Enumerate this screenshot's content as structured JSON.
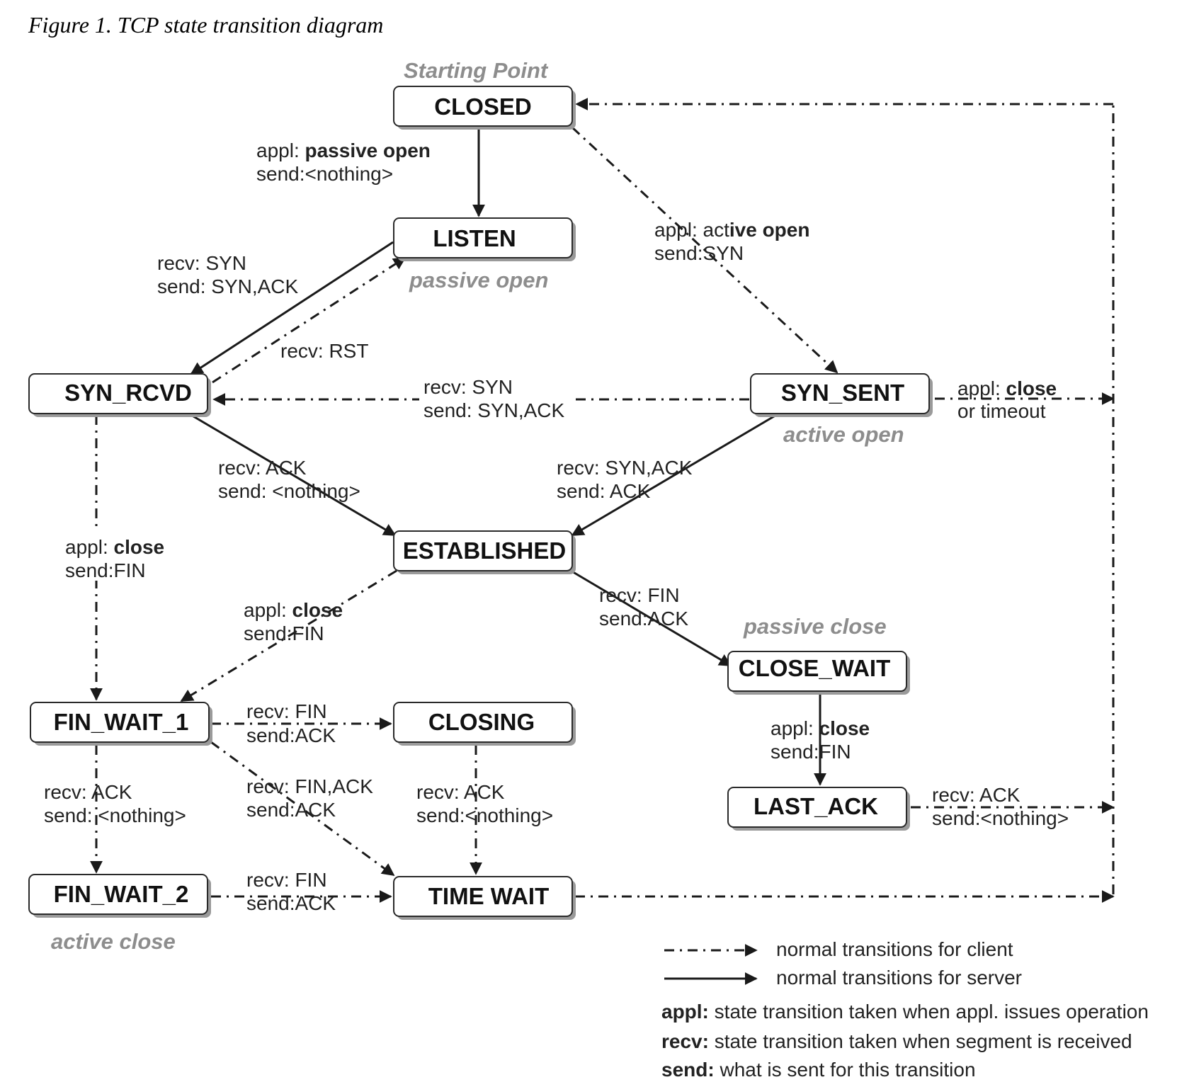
{
  "caption": "Figure 1. TCP state transition diagram",
  "annotations": {
    "starting_point": "Starting Point",
    "passive_open": "passive open",
    "active_open": "active open",
    "passive_close": "passive close",
    "active_close": "active close"
  },
  "states": {
    "closed": "CLOSED",
    "listen": "LISTEN",
    "syn_rcvd": "SYN_RCVD",
    "syn_sent": "SYN_SENT",
    "established": "ESTABLISHED",
    "fin_wait_1": "FIN_WAIT_1",
    "fin_wait_2": "FIN_WAIT_2",
    "closing": "CLOSING",
    "time_wait": "TIME WAIT",
    "close_wait": "CLOSE_WAIT",
    "last_ack": "LAST_ACK"
  },
  "transitions": {
    "closed_listen": {
      "l1a": "appl: ",
      "l1b": "passive open",
      "l2": "send:<nothing>"
    },
    "closed_synsent": {
      "l1a": "appl: act",
      "l1b": "ive open",
      "l2": "send:SYN"
    },
    "listen_synrcvd": {
      "l1": "recv: SYN",
      "l2": "send: SYN,ACK"
    },
    "synrcvd_listen": {
      "l1": "recv: RST"
    },
    "synsent_synrcvd": {
      "l1": "recv: SYN",
      "l2": "send: SYN,ACK"
    },
    "synsent_closed": {
      "l1a": "appl: ",
      "l1b": "close",
      "l2": "or timeout"
    },
    "synrcvd_established": {
      "l1": "recv: ACK",
      "l2": "send: <nothing>"
    },
    "synsent_established": {
      "l1": "recv: SYN,ACK",
      "l2": "send: ACK"
    },
    "synrcvd_finwait1": {
      "l1a": "appl: ",
      "l1b": "close",
      "l2": "send:FIN"
    },
    "established_finwait1": {
      "l1a": "appl: ",
      "l1b": "close",
      "l2": "send:FIN"
    },
    "established_closewait": {
      "l1": "recv: FIN",
      "l2": "send:ACK"
    },
    "finwait1_closing": {
      "l1": "recv: FIN",
      "l2": "send:ACK"
    },
    "finwait1_timewait": {
      "l1": "recv: FIN,ACK",
      "l2": "send:ACK"
    },
    "finwait1_finwait2": {
      "l1": "recv: ACK",
      "l2": "send: <nothing>"
    },
    "closing_timewait": {
      "l1": "recv: ACK",
      "l2": "send:<nothing>"
    },
    "closewait_lastack": {
      "l1a": "appl: ",
      "l1b": "close",
      "l2": "send:FIN"
    },
    "lastack_closed": {
      "l1": "recv: ACK",
      "l2": "send:<nothing>"
    },
    "finwait2_timewait": {
      "l1": "recv: FIN",
      "l2": "send:ACK"
    }
  },
  "legend": {
    "client": "normal transitions for client",
    "server": "normal transitions for server",
    "appl_key": "appl:",
    "appl_desc": " state transition taken when appl. issues operation",
    "recv_key": "recv:",
    "recv_desc": " state transition taken when segment is received",
    "send_key": "send:",
    "send_desc": " what is sent for this transition"
  }
}
